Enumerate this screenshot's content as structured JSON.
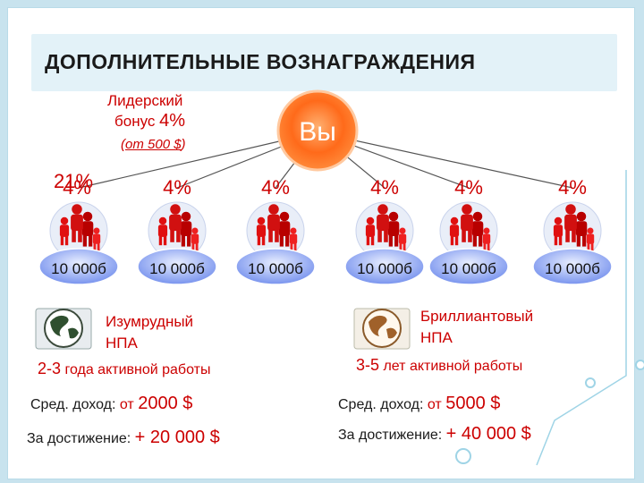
{
  "title": "ДОПОЛНИТЕЛЬНЫЕ ВОЗНАГРАЖДЕНИЯ",
  "center_label": "Вы",
  "leader": {
    "line1": "Лидерский",
    "line2_text": "бонус ",
    "line2_value": "4%",
    "line3_open": "(",
    "line3_value": "от 500 $",
    "line3_close": ")"
  },
  "overlap_value": "21%",
  "groups": [
    {
      "pct": "4%",
      "sum": "10 000б"
    },
    {
      "pct": "4%",
      "sum": "10 000б"
    },
    {
      "pct": "4%",
      "sum": "10 000б"
    },
    {
      "pct": "4%",
      "sum": "10 000б"
    },
    {
      "pct": "4%",
      "sum": "10 000б"
    },
    {
      "pct": "4%",
      "sum": "10 000б"
    }
  ],
  "emerald": {
    "line1": "Изумрудный",
    "line2": "НПА",
    "years": "2-3",
    "years_text": " года активной работы",
    "income_label": "Сред. доход: ",
    "income_prefix": "от ",
    "income_value": "2000 $",
    "bonus_label": "За достижение: ",
    "bonus_value": "+ 20 000 $"
  },
  "diamond": {
    "line1": "Бриллиантовый",
    "line2": "НПА",
    "years": "3-5",
    "years_text": " лет активной работы",
    "income_label": "Сред. доход: ",
    "income_prefix": "от ",
    "income_value": "5000 $",
    "bonus_label": "За достижение: ",
    "bonus_value": "+ 40 000 $"
  },
  "colors": {
    "accent": "#cc0000",
    "circle": "#ff6a1a",
    "group_bg": "#e9eef8",
    "ellipse": "#6f8ef0",
    "frame": "#c8e3ee"
  }
}
